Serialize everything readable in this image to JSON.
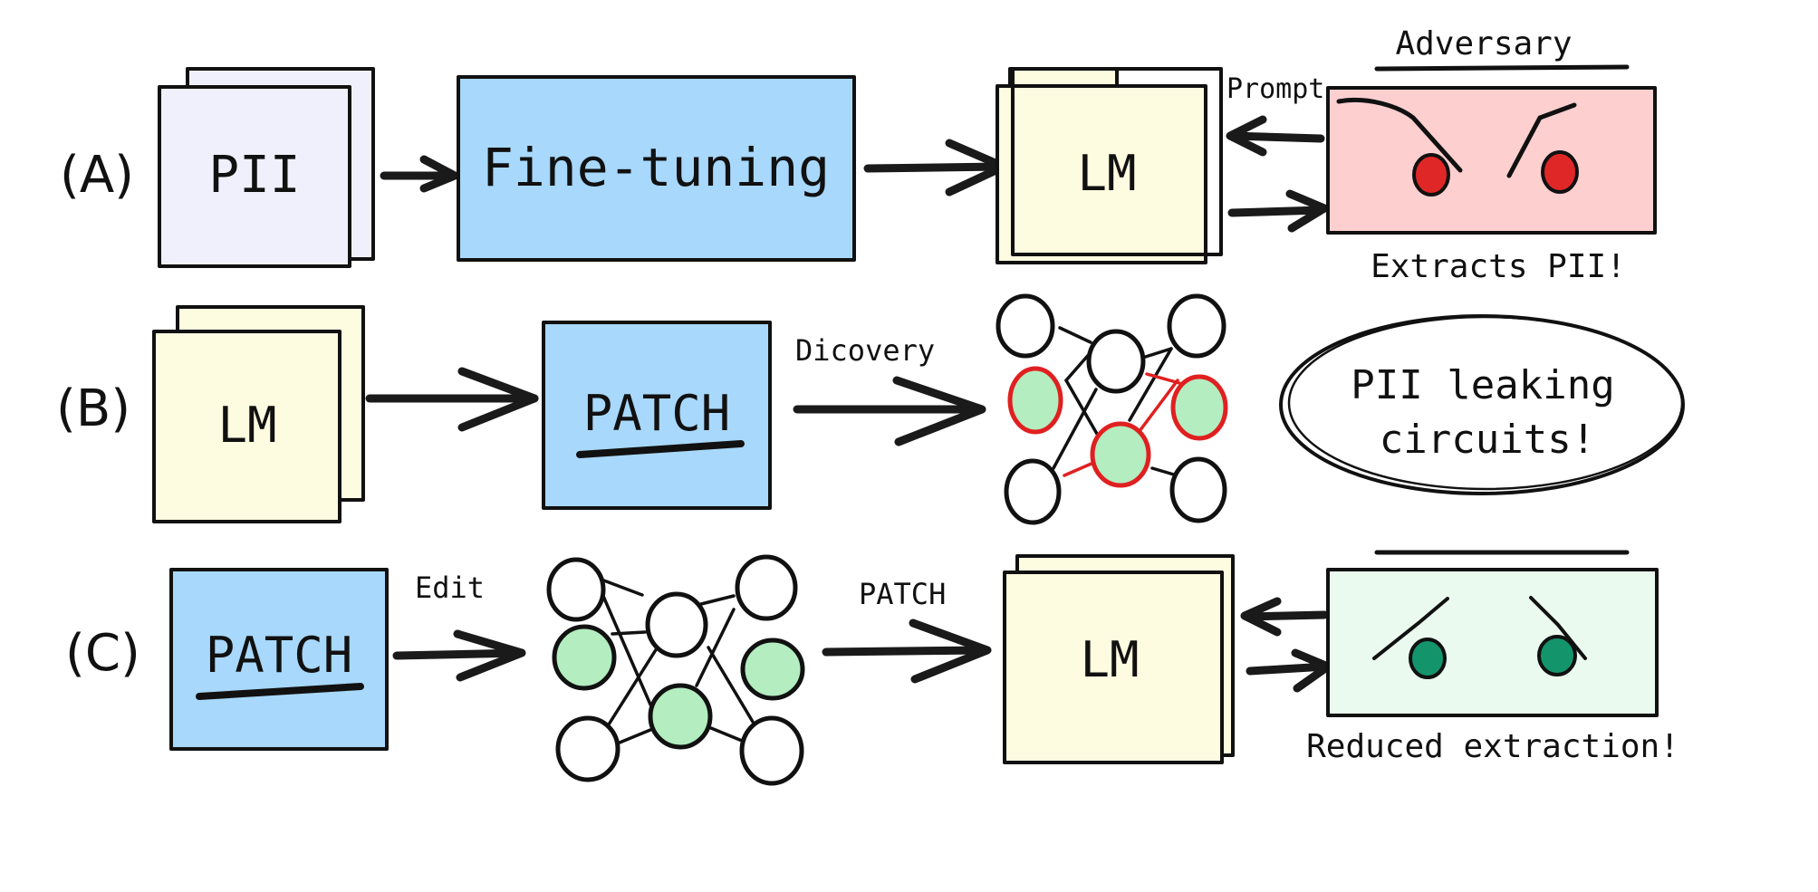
{
  "colors": {
    "pii_doc": "#f0f0fc",
    "lm_doc": "#fdfbe0",
    "process_box": "#a8d8fb",
    "adversary_bad_bg": "#fdcfcf",
    "adversary_good_bg": "#eafaef",
    "eye_red": "#e02727",
    "eye_green": "#14946a",
    "node_green": "#b3edc0",
    "circuit_red": "#e02020"
  },
  "rows": [
    {
      "id": "A",
      "label": "(A)",
      "source_doc": "PII",
      "process": "Fine-tuning",
      "model": "LM",
      "prompt_label": "Prompt",
      "adversary_title": "Adversary",
      "adversary_mood": "angry",
      "outcome": "Extracts PII!"
    },
    {
      "id": "B",
      "label": "(B)",
      "source_doc": "LM",
      "process": "PATCH",
      "arrow_label": "Dicovery",
      "network_highlight": "red circuit",
      "callout": [
        "PII leaking",
        "circuits!"
      ]
    },
    {
      "id": "C",
      "label": "(C)",
      "process": "PATCH",
      "arrow_label_1": "Edit",
      "arrow_label_2": "PATCH",
      "model": "LM",
      "adversary_mood": "sad",
      "outcome": "Reduced extraction!"
    }
  ]
}
